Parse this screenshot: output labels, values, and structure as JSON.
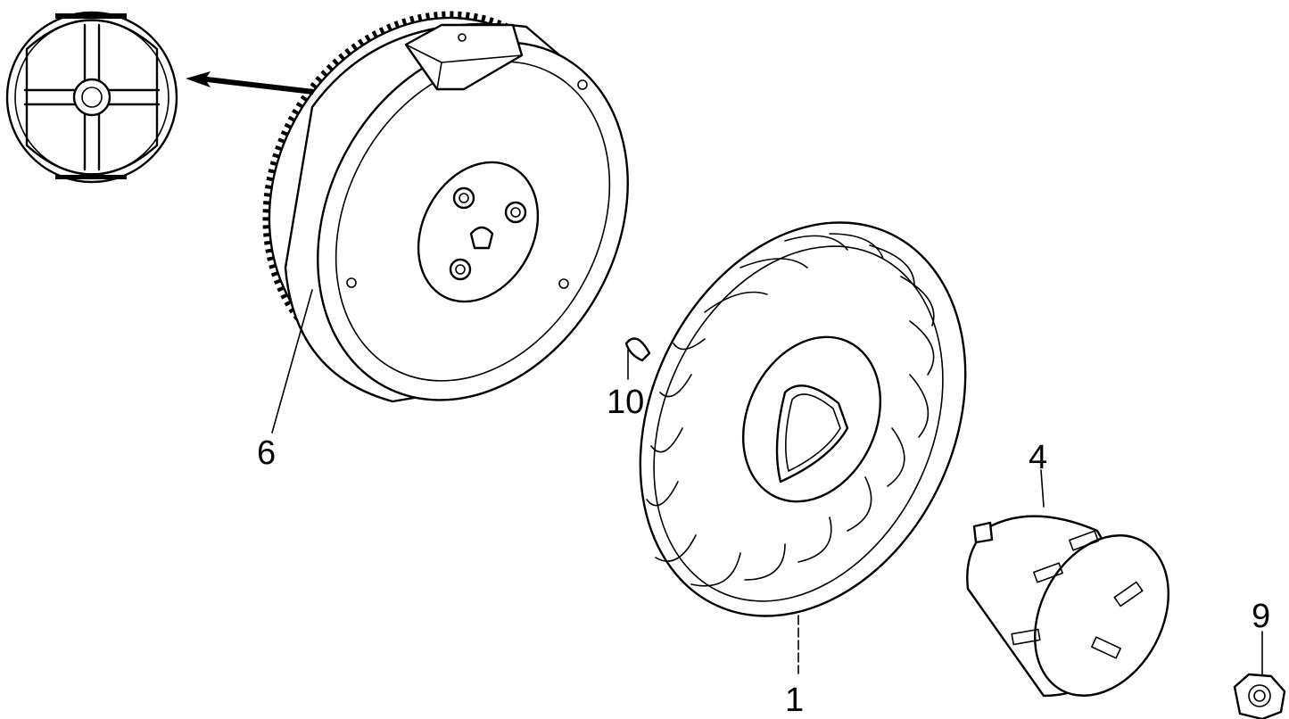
{
  "callouts": {
    "flywheel": "6",
    "fan": "1",
    "key": "10",
    "starter_cup": "4",
    "nut": "9"
  }
}
